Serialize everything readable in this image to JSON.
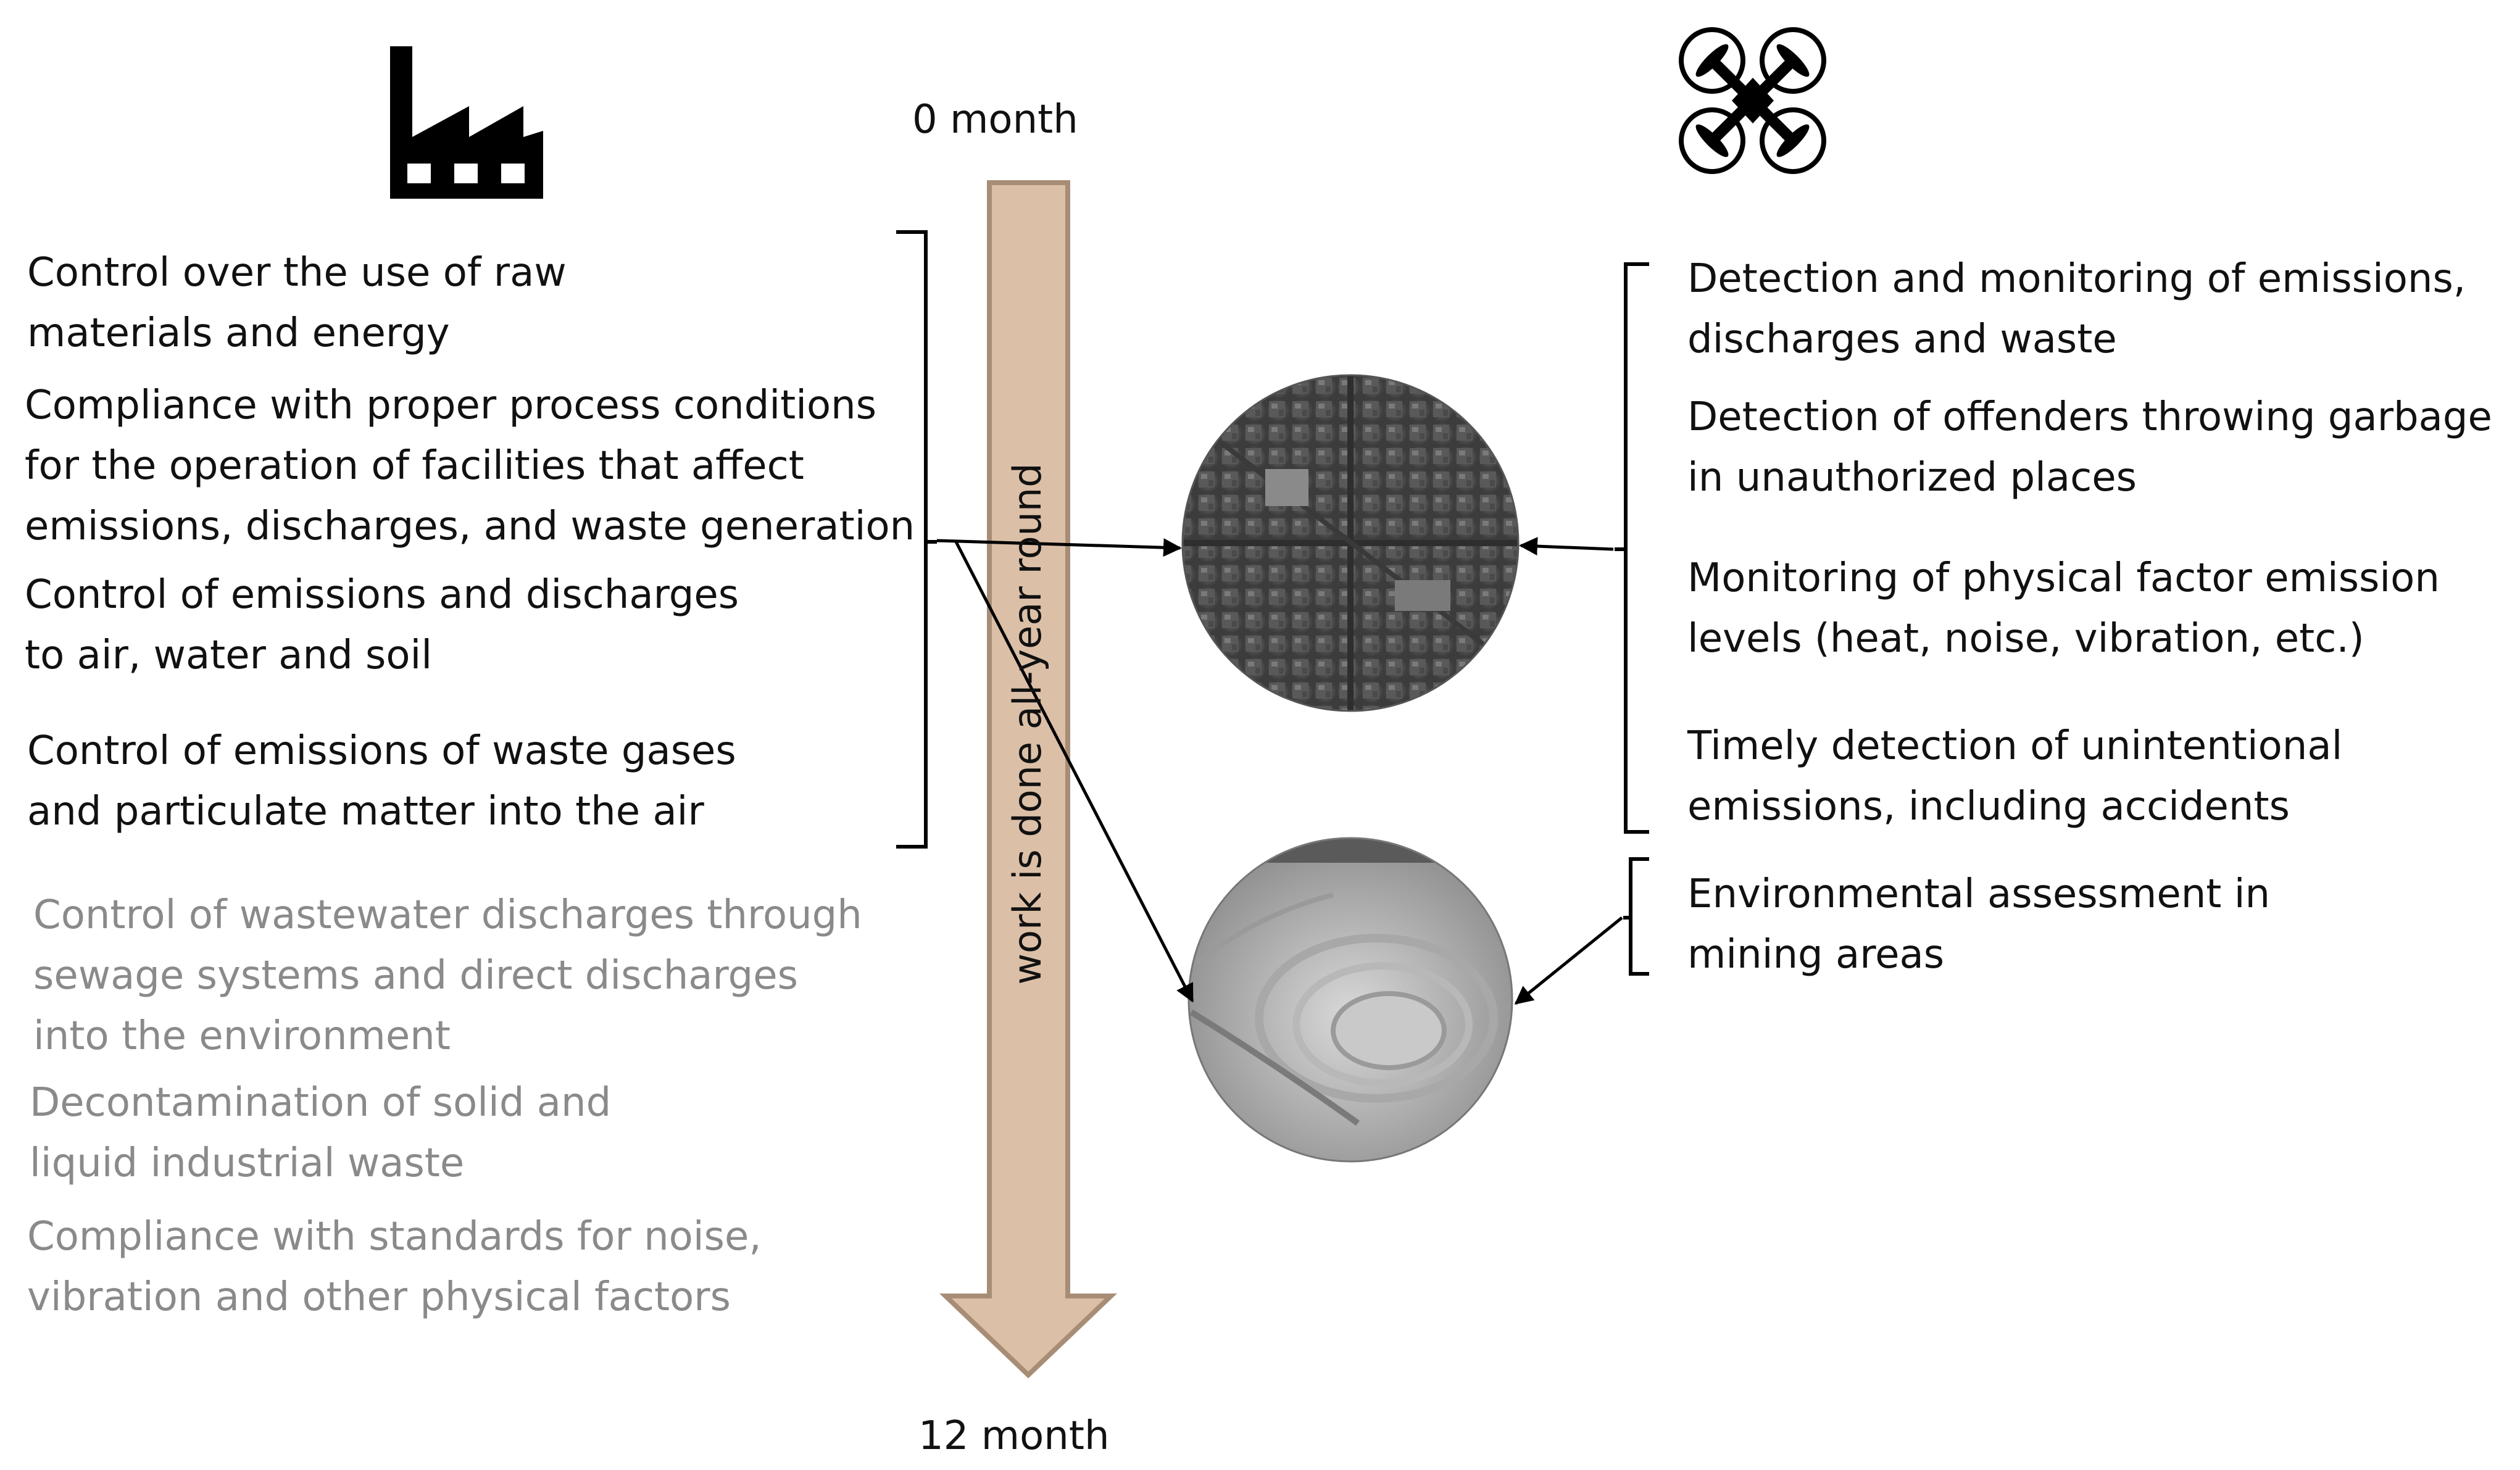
{
  "timeline": {
    "start": "0 month",
    "end": "12 month",
    "arrow_label": "work is done all-year round",
    "arrow_color": "#dbbfa7"
  },
  "left_items_black": [
    {
      "lines": [
        "Control over the use of raw",
        "materials and energy"
      ]
    },
    {
      "lines": [
        "Compliance with proper process conditions",
        "for the operation of facilities that affect",
        "emissions, discharges, and waste generation"
      ]
    },
    {
      "lines": [
        "Control of emissions and discharges",
        "to air, water and soil"
      ]
    },
    {
      "lines": [
        "Control of emissions of waste gases",
        "and particulate matter into the air"
      ]
    }
  ],
  "left_items_gray": [
    {
      "lines": [
        "Control of wastewater discharges through",
        "sewage systems and direct discharges",
        "into the environment"
      ]
    },
    {
      "lines": [
        "Decontamination of solid and",
        "liquid industrial waste"
      ]
    },
    {
      "lines": [
        "Compliance with standards for noise,",
        "vibration and other physical factors"
      ]
    }
  ],
  "right_items_top": [
    {
      "lines": [
        "Detection and monitoring of emissions,",
        "discharges and waste"
      ]
    },
    {
      "lines": [
        "Detection of offenders throwing garbage",
        "in unauthorized places"
      ]
    },
    {
      "lines": [
        "Monitoring of physical factor emission",
        "levels (heat, noise, vibration, etc.)"
      ]
    },
    {
      "lines": [
        "Timely detection of unintentional",
        "emissions, including accidents"
      ]
    }
  ],
  "right_items_bottom": [
    {
      "lines": [
        "Environmental assessment in",
        "mining areas"
      ]
    }
  ],
  "icons": {
    "factory": "factory-icon",
    "drone": "drone-icon",
    "city": "city-aerial-photo",
    "mine": "open-pit-mine-photo"
  },
  "colors": {
    "text": "#111111",
    "muted": "#8a8a8a"
  }
}
